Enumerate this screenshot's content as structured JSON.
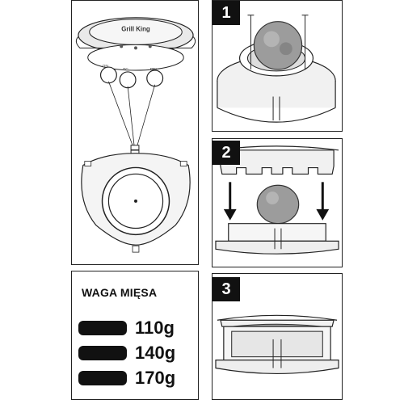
{
  "logo": "Grill King",
  "buttons": [
    "ON",
    "TC",
    "PEI"
  ],
  "steps": [
    "1",
    "2",
    "3"
  ],
  "weight_panel": {
    "title": "WAGA MIĘSA",
    "weights": [
      {
        "label": "110g",
        "color": "#111111"
      },
      {
        "label": "140g",
        "color": "#111111"
      },
      {
        "label": "170g",
        "color": "#111111"
      }
    ]
  }
}
